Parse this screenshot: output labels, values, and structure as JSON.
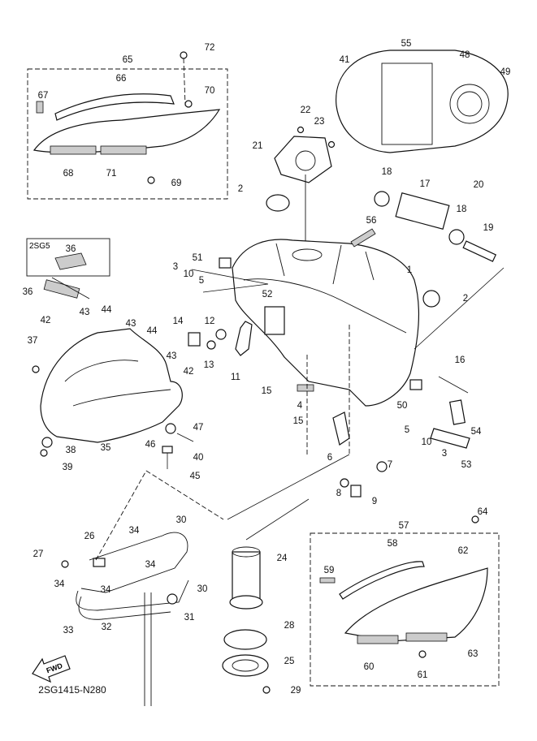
{
  "diagram": {
    "code": "2SG1415-N280",
    "inset_box_label": "2SG5",
    "fwd_label": "FWD",
    "callouts": [
      "72",
      "65",
      "70",
      "66",
      "67",
      "68",
      "71",
      "69",
      "55",
      "41",
      "48",
      "49",
      "22",
      "23",
      "21",
      "2",
      "18",
      "17",
      "20",
      "18",
      "19",
      "56",
      "36",
      "51",
      "3",
      "10",
      "5",
      "1",
      "2",
      "36",
      "43",
      "44",
      "42",
      "43",
      "44",
      "37",
      "14",
      "12",
      "13",
      "11",
      "52",
      "15",
      "16",
      "4",
      "50",
      "54",
      "43",
      "42",
      "47",
      "46",
      "40",
      "45",
      "35",
      "38",
      "39",
      "15",
      "6",
      "5",
      "10",
      "3",
      "7",
      "8",
      "9",
      "53",
      "64",
      "57",
      "58",
      "62",
      "59",
      "24",
      "28",
      "25",
      "29",
      "60",
      "61",
      "63",
      "30",
      "26",
      "27",
      "34",
      "34",
      "30",
      "34",
      "34",
      "31",
      "33",
      "32"
    ]
  }
}
